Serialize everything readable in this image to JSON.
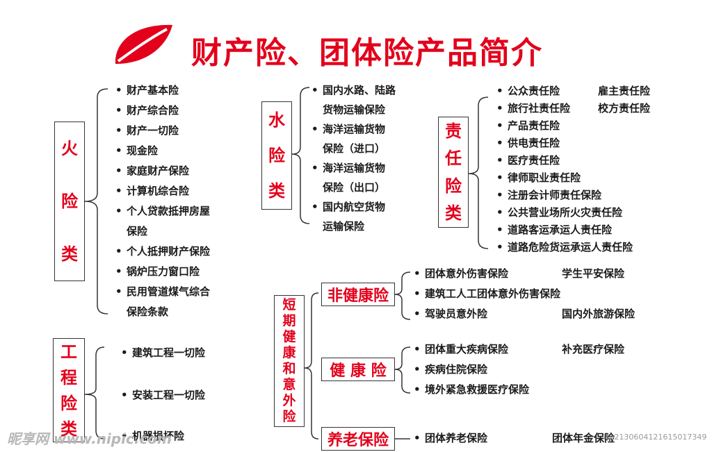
{
  "title": "财产险、团体险产品简介",
  "colors": {
    "accent": "#e3001b",
    "text": "#1a1a1a",
    "line": "#333333"
  },
  "logo": {
    "icon": "red-leaf-icon"
  },
  "categories": {
    "fire": {
      "label": [
        "火",
        "险",
        "类"
      ],
      "items": [
        "财产基本险",
        "财产综合险",
        "财产一切险",
        "现金险",
        "家庭财产保险",
        "计算机综合险",
        "个人贷款抵押房屋",
        "保险",
        "个人抵押财产保险",
        "锅炉压力窗口险",
        "民用管道煤气综合",
        "保险条款"
      ]
    },
    "engineering": {
      "label": [
        "工",
        "程",
        "险",
        "类"
      ],
      "items": [
        "建筑工程一切险",
        "安装工程一切险",
        "机器损坏险"
      ]
    },
    "marine": {
      "label": [
        "水",
        "险",
        "类"
      ],
      "items": [
        "国内水路、陆路",
        "货物运输保险",
        "海洋运输货物",
        "保险（进口）",
        "海洋运输货物",
        "保险（出口）",
        "国内航空货物",
        "运输保险"
      ]
    },
    "liability": {
      "label": [
        "责",
        "任",
        "险",
        "类"
      ],
      "items": [
        [
          "公众责任险",
          "雇主责任险"
        ],
        [
          "旅行社责任险",
          "校方责任险"
        ],
        [
          "产品责任险"
        ],
        [
          "供电责任险"
        ],
        [
          "医疗责任险"
        ],
        [
          "律师职业责任险"
        ],
        [
          "注册会计师责任保险"
        ],
        [
          "公共营业场所火灾责任险"
        ],
        [
          "道路客运承运人责任险"
        ],
        [
          "道路危险货运承运人责任险"
        ]
      ]
    },
    "health": {
      "label": [
        "短",
        "期",
        "健",
        "康",
        "和",
        "意",
        "外",
        "险"
      ],
      "non_health": {
        "label": "非健康险",
        "items": [
          [
            "团体意外伤害保险",
            "学生平安保险"
          ],
          [
            "建筑工人工团体意外伤害保险"
          ],
          [
            "驾驶员意外险",
            "国内外旅游保险"
          ]
        ]
      },
      "health_ins": {
        "label": "健 康 险",
        "items": [
          [
            "团体重大疾病保险",
            "补充医疗保险"
          ],
          [
            "疾病住院保险"
          ],
          [
            "境外紧急救援医疗保险"
          ]
        ]
      },
      "pension": {
        "label": "养老保险",
        "items": [
          [
            "团体养老保险",
            "团体年金保险"
          ]
        ]
      }
    }
  },
  "watermark": {
    "left": "昵享网 www.nipic.com",
    "right": "ID:21306041216150173​49"
  }
}
